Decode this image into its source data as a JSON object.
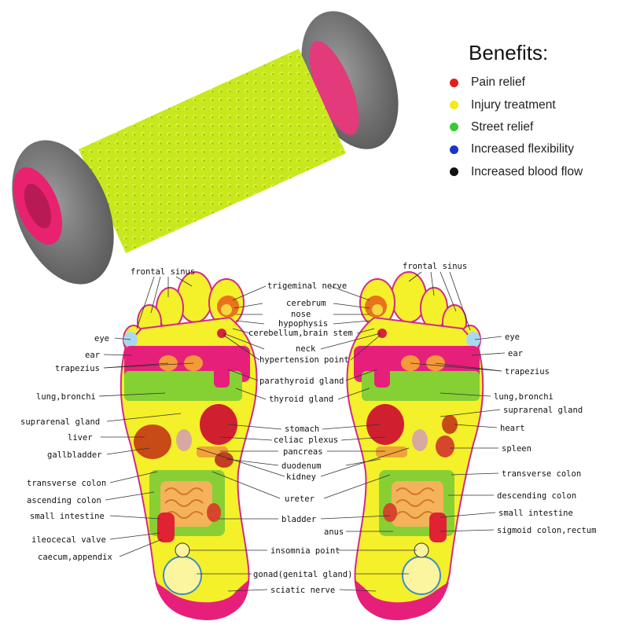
{
  "benefits": {
    "title": "Benefits:",
    "items": [
      {
        "label": "Pain relief",
        "color": "#e0201a"
      },
      {
        "label": "Injury treatment",
        "color": "#f2ea1a"
      },
      {
        "label": "Street relief",
        "color": "#33cc33"
      },
      {
        "label": "Increased flexibility",
        "color": "#1a33cc"
      },
      {
        "label": "Increased blood flow",
        "color": "#111111"
      }
    ]
  },
  "left_labels": {
    "frontal_sinus": "frontal sinus",
    "eye": "eye",
    "ear": "ear",
    "trapezius": "trapezius",
    "lung_bronchi": "lung,bronchi",
    "suprarenal_gland": "suprarenal gland",
    "liver": "liver",
    "gallbladder": "gallbladder",
    "transverse_colon": "transverse colon",
    "ascending_colon": "ascending colon",
    "small_intestine": "small intestine",
    "ileocecal_valve": "ileocecal valve",
    "caecum_appendix": "caecum,appendix"
  },
  "center_labels": {
    "trigeminal_nerve": "trigeminal nerve",
    "cerebrum": "cerebrum",
    "nose": "nose",
    "hypophysis": "hypophysis",
    "cerebellum_brain_stem": "cerebellum,brain stem",
    "neck": "neck",
    "hypertension_point": "hypertension point",
    "parathyroid_gland": "parathyroid gland",
    "thyroid_gland": "thyroid gland",
    "stomach": "stomach",
    "celiac_plexus": "celiac plexus",
    "pancreas": "pancreas",
    "duodenum": "duodenum",
    "kidney": "kidney",
    "ureter": "ureter",
    "bladder": "bladder",
    "anus": "anus",
    "insomnia_point": "insomnia point",
    "gonad": "gonad(genital gland)",
    "sciatic_nerve": "sciatic nerve"
  },
  "right_labels": {
    "frontal_sinus": "frontal sinus",
    "eye": "eye",
    "ear": "ear",
    "trapezius": "trapezius",
    "lung_bronchi": "lung,bronchi",
    "suprarenal_gland": "suprarenal gland",
    "heart": "heart",
    "spleen": "spleen",
    "transverse_colon": "transverse colon",
    "descending_colon": "descending colon",
    "small_intestine": "small intestine",
    "sigmoid_colon_rectum": "sigmoid colon,rectum"
  }
}
